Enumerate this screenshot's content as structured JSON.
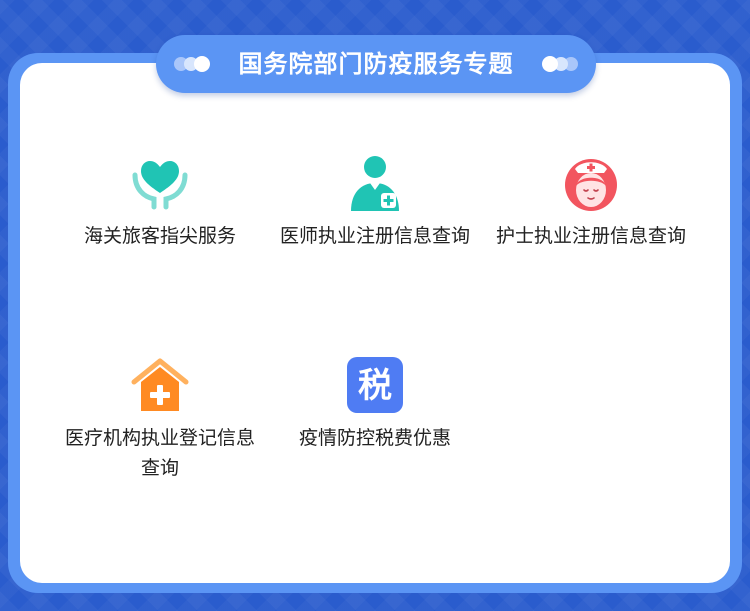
{
  "header": {
    "title": "国务院部门防疫服务专题"
  },
  "services": [
    {
      "label": "海关旅客指尖服务",
      "icon": "heart-hands-icon"
    },
    {
      "label": "医师执业注册信息查询",
      "icon": "doctor-icon"
    },
    {
      "label": "护士执业注册信息查询",
      "icon": "nurse-icon"
    },
    {
      "label": "医疗机构执业登记信息查询",
      "icon": "medical-house-icon"
    },
    {
      "label": "疫情防控税费优惠",
      "icon": "tax-icon",
      "icon_text": "税"
    }
  ],
  "colors": {
    "background": "#2a5ccd",
    "frame": "#5b95f4",
    "teal": "#20c4b4",
    "red": "#f2555f",
    "orange": "#ff8a22",
    "tax_blue": "#4f7cf3"
  }
}
